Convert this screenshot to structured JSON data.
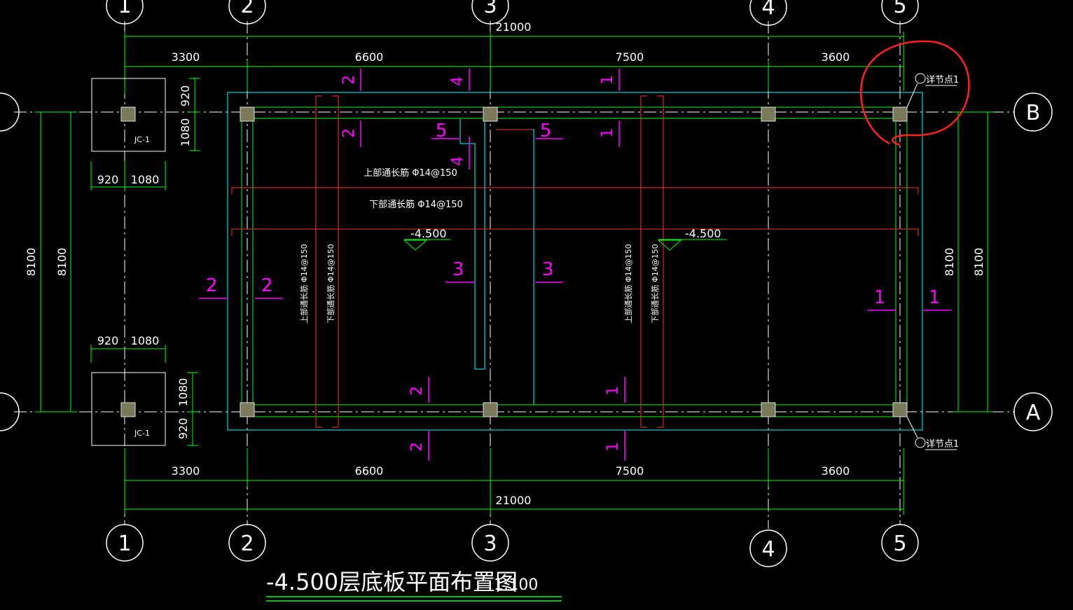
{
  "colors": {
    "background": "#000000",
    "grid_axis": "#ffffff",
    "dimension": "#00ff00",
    "section_mark": "#ff00ff",
    "slab_edge": "#00ffff",
    "rebar": "#ff3030",
    "annotation_circle": "#ff2020",
    "column": "#c8c8c8",
    "text": "#ffffff"
  },
  "axes": {
    "columns": [
      "1",
      "2",
      "3",
      "4",
      "5"
    ],
    "rows": [
      "B",
      "A"
    ]
  },
  "dimensions": {
    "total": "21000",
    "spans": [
      "3300",
      "6600",
      "7500",
      "3600"
    ],
    "height": "8100",
    "footing_w1": "920",
    "footing_w2": "1080"
  },
  "footing_label": "JC-1",
  "rebar_labels": {
    "top": "上部通长筋 Φ14@150",
    "bottom": "下部通长筋 Φ14@150",
    "top_short": "上部通长筋 Φ14@150",
    "bottom_short": "下部通长筋 Φ14@150"
  },
  "elevation": "-4.500",
  "section_marks": [
    "1",
    "2",
    "3",
    "4",
    "5"
  ],
  "detail_label": "详节点1",
  "title": "-4.500层底板平面布置图",
  "scale": "1:100",
  "icons": {
    "axis_bubble": "circle-icon",
    "elevation_marker": "triangle-icon",
    "detail_marker": "circle-icon"
  }
}
